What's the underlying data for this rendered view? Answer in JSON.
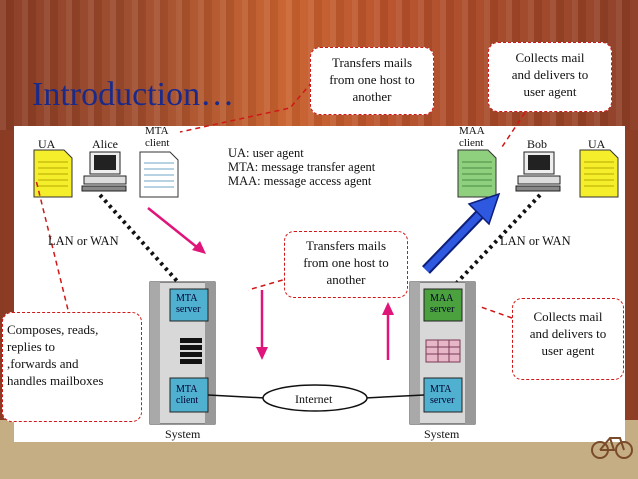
{
  "slide": {
    "title": "Introduction…"
  },
  "diagram": {
    "labels": {
      "ua_left": "UA",
      "alice": "Alice",
      "mta_client_left": "MTA\nclient",
      "maa_client_right": "MAA\nclient",
      "bob": "Bob",
      "ua_right": "UA",
      "lan_left": "LAN or WAN",
      "lan_right": "LAN or WAN",
      "internet": "Internet",
      "system_left": "System",
      "system_right": "System",
      "mta_server_left": "MTA\nserver",
      "mta_client_box": "MTA\nclient",
      "maa_server": "MAA\nserver",
      "mta_server_right": "MTA\nserver"
    },
    "legend": [
      "UA: user agent",
      "MTA: message transfer agent",
      "MAA: message access agent"
    ]
  },
  "callouts": {
    "top_center": [
      "Transfers mails",
      "from one host to",
      "another"
    ],
    "top_right": [
      "Collects mail",
      "and delivers to",
      "user agent"
    ],
    "middle": [
      "Transfers mails",
      "from one host to",
      "another"
    ],
    "right": [
      "Collects mail",
      "and delivers to",
      "user agent"
    ],
    "left": [
      "Composes, reads,",
      "replies to",
      ",forwards and",
      "handles mailboxes"
    ]
  },
  "colors": {
    "callout_border": "#d01818",
    "arrow_pink": "#e0157a",
    "arrow_blue": "#1f3fcc",
    "title": "#1a2a8a"
  }
}
